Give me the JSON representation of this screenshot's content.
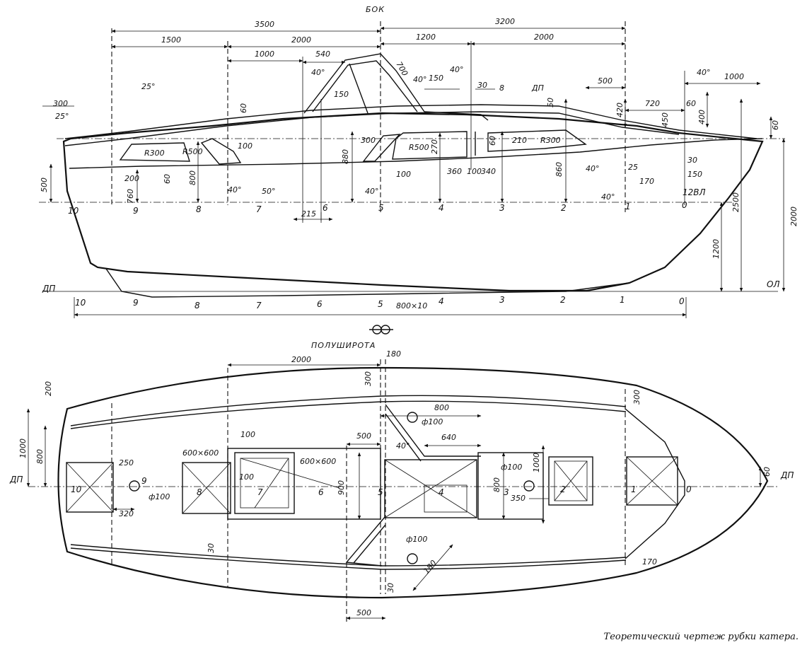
{
  "side_view": {
    "title": "БОК",
    "stations": [
      "10",
      "9",
      "8",
      "7",
      "6",
      "5",
      "4",
      "3",
      "2",
      "1",
      "0"
    ],
    "waterline_label": "12ВЛ",
    "base_label": "ОЛ",
    "center_label": "ДП",
    "dims": {
      "d3500": "3500",
      "d3200": "3200",
      "d1500": "1500",
      "d2000a": "2000",
      "d1200": "1200",
      "d2000b": "2000",
      "d1000": "1000",
      "d540": "540",
      "d700": "700",
      "d150a": "150",
      "d150b": "150",
      "d30": "30",
      "d500": "500",
      "d1000r": "1000",
      "d720": "720",
      "d420": "420",
      "d60a": "60",
      "d400": "400",
      "d50": "50",
      "d450": "450",
      "d300top": "300",
      "d60b": "60",
      "d300": "300",
      "d100": "100",
      "d880": "880",
      "d270": "270",
      "d210": "210",
      "d60c": "60",
      "d860": "860",
      "d200": "200",
      "d60d": "60",
      "d500l": "500",
      "d760": "760",
      "d800": "800",
      "d100b": "100",
      "d360": "360",
      "d100c": "100",
      "d340": "340",
      "d25": "25",
      "d170": "170",
      "d30b": "30",
      "d150c": "150",
      "d215": "215",
      "d1200v": "1200",
      "d2500": "2500",
      "d2000v": "2000",
      "d60e": "60",
      "d800x10": "800×10"
    },
    "angles": {
      "a25a": "25°",
      "a25b": "25°",
      "a40a": "40°",
      "a40b": "40°",
      "a40c": "40°",
      "a40d": "40°",
      "a40e": "40°",
      "a40f": "40°",
      "a40g": "40°",
      "a50": "50°"
    },
    "radii": {
      "r300a": "R300",
      "r500a": "R500",
      "r500b": "R500",
      "r300b": "R300"
    },
    "misc": {
      "eight": "8"
    }
  },
  "plan_view": {
    "title": "ПОЛУШИРОТА",
    "center_label": "ДП",
    "stations": [
      "10",
      "9",
      "8",
      "7",
      "6",
      "5",
      "4",
      "3",
      "2",
      "1",
      "0"
    ],
    "dims": {
      "d2000": "2000",
      "d180": "180",
      "d300a": "300",
      "d200": "200",
      "d1000": "1000",
      "d800a": "800",
      "d250": "250",
      "d600a": "600×600",
      "d600b": "600×600",
      "d100a": "100",
      "d100b": "100",
      "d320": "320",
      "d500a": "500",
      "d800b": "800",
      "d640": "640",
      "d900": "900",
      "d800c": "800",
      "d1000b": "1000",
      "d350": "350",
      "d300b": "300",
      "d60": "60",
      "d30a": "30",
      "d30b": "30",
      "d180b": "180",
      "d500b": "500",
      "d170": "170",
      "d40": "40°"
    },
    "holes": {
      "h1": "ф100",
      "h2": "ф100",
      "h3": "ф100",
      "h4": "ф100"
    }
  },
  "caption": "Теоретический чертеж рубки катера."
}
